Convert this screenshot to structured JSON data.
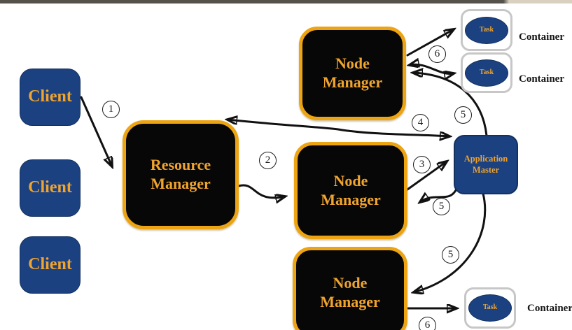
{
  "colors": {
    "navy": "#1b4180",
    "navy_border": "#12315f",
    "gold_text": "#f0a42e",
    "gold_border": "#eda413",
    "box_black": "#070707",
    "container_border": "#c7c7c7",
    "arrow": "#111111",
    "bar_dark": "#54524a",
    "bar_tan": "#d9d0bf",
    "label_black": "#151515"
  },
  "nodes": {
    "clients": [
      {
        "label": "Client"
      },
      {
        "label": "Client"
      },
      {
        "label": "Client"
      }
    ],
    "resource_manager": {
      "label": "Resource\nManager"
    },
    "node_managers": [
      {
        "label": "Node\nManager"
      },
      {
        "label": "Node\nManager"
      },
      {
        "label": "Node\nManager"
      }
    ],
    "application_master": {
      "label": "Application\nMaster"
    },
    "containers": [
      {
        "task_label": "Task",
        "caption": "Container"
      },
      {
        "task_label": "Task",
        "caption": "Container"
      },
      {
        "task_label": "Task",
        "caption": "Container"
      }
    ]
  },
  "step_badges": [
    {
      "num": "1"
    },
    {
      "num": "2"
    },
    {
      "num": "3"
    },
    {
      "num": "4"
    },
    {
      "num": "5"
    },
    {
      "num": "5"
    },
    {
      "num": "5"
    },
    {
      "num": "6"
    },
    {
      "num": "6"
    }
  ]
}
